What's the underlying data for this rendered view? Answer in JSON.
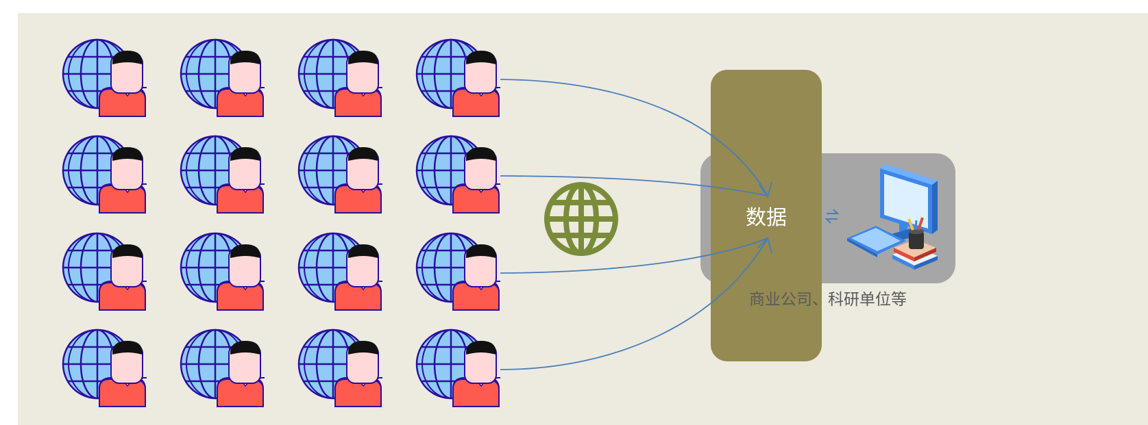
{
  "labels": {
    "data_block": "数据",
    "organization": "商业公司、科研单位等"
  },
  "colors": {
    "background": "#EDEAE0",
    "data_block": "#948A52",
    "org_panel": "#A6A6A6",
    "globe_fill": "#8FCBF5",
    "globe_stroke": "#2A0F9E",
    "user_shirt": "#FF5A50",
    "user_face": "#FFD9D9",
    "user_hair": "#111111",
    "network_globe": "#7A8C3A",
    "arrow": "#4A7DB8",
    "label_text": "#5A5A5A",
    "data_text": "#FFFFFF"
  },
  "icons": {
    "user": "global-user-icon",
    "network": "internet-globe-icon",
    "computer": "computer-workstation-icon",
    "sync": "sync-arrows-icon"
  },
  "grid": {
    "rows": 4,
    "cols": 4
  }
}
